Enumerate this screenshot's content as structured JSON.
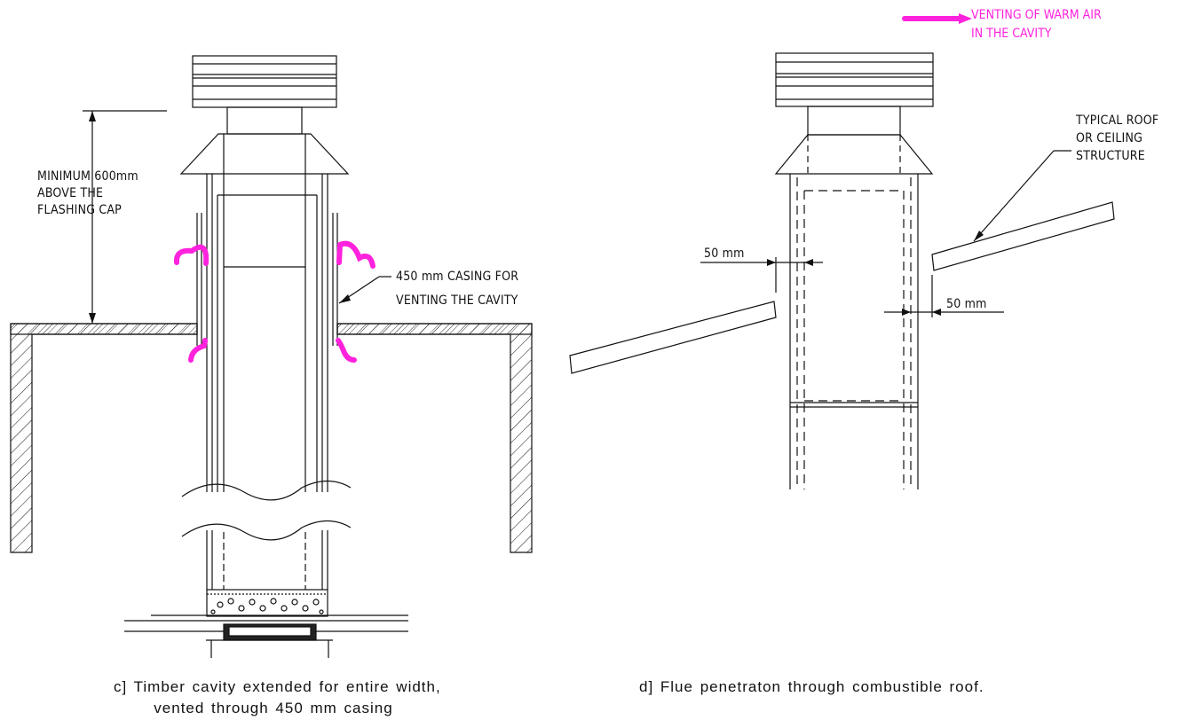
{
  "left_diagram": {
    "height_note": [
      "MINIMUM 600mm",
      "ABOVE THE",
      "FLASHING CAP"
    ],
    "casing_note": [
      "450 mm CASING FOR",
      "VENTING THE CAVITY"
    ],
    "caption": [
      "c] Timber cavity extended for entire width,",
      "vented through 450 mm casing"
    ]
  },
  "right_diagram": {
    "legend": [
      "VENTING OF WARM AIR",
      "IN THE CAVITY"
    ],
    "roof_note": [
      "TYPICAL ROOF",
      "OR CEILING",
      "STRUCTURE"
    ],
    "gap_left": "50 mm",
    "gap_right": "50 mm",
    "caption": "d] Flue penetraton through combustible roof."
  },
  "colors": {
    "line": "#111111",
    "warm_air_arrow": "#ff22dd"
  }
}
